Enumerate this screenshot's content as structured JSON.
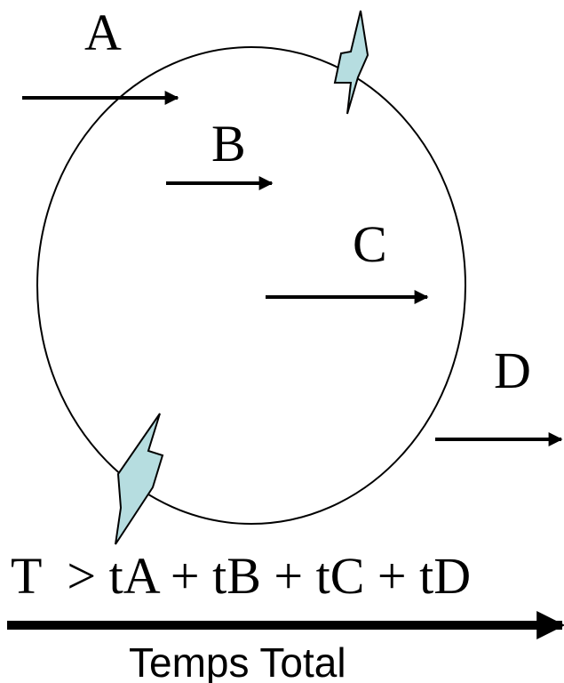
{
  "labels": {
    "a": "A",
    "b": "B",
    "c": "C",
    "d": "D"
  },
  "formula": "T  > tA + tB + tC + tD",
  "caption": "Temps Total",
  "colors": {
    "stroke": "#000000",
    "lightning_fill": "#b6dde0"
  },
  "icons": {
    "bolt_top": "lightning-bolt-icon",
    "bolt_bottom": "lightning-bolt-icon"
  }
}
